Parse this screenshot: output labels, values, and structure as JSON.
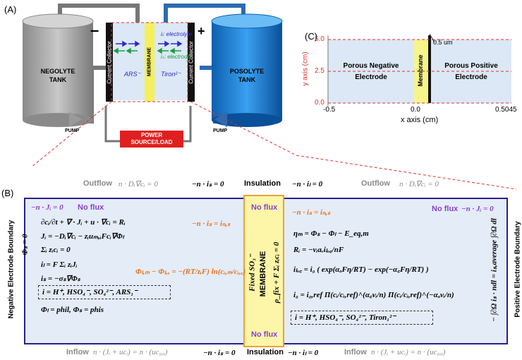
{
  "panels": {
    "a": "(A)",
    "b": "(B)",
    "c": "(C)"
  },
  "panel_a": {
    "negolyte_tank": [
      "NEGOLYTE",
      "TANK"
    ],
    "posolyte_tank": [
      "POSOLYTE",
      "TANK"
    ],
    "pump_left": "PUMP",
    "pump_right": "PUMP",
    "power": [
      "POWER",
      "SOURCE/LOAD"
    ],
    "minus": "–",
    "plus": "+",
    "cc_left": "Current Collector",
    "cc_right": "Current Collector",
    "membrane": "MEMBRANE",
    "ions_left": "ARS⁻",
    "ions_right": "Tiron²⁻",
    "legend_electrolyte": "iₗ: electrolyte",
    "legend_electrode": "iₛ: electrode",
    "colors": {
      "tank_neg": "#a8a8a8",
      "tank_pos": "#1f7fd4",
      "power": "#e02020",
      "membrane": "#f5f05a",
      "cell": "#dce8f5"
    }
  },
  "panel_c": {
    "y_label": "y axis (cm)",
    "x_label": "x axis (cm)",
    "y_ticks": [
      "5.0",
      "2.5",
      "0.0"
    ],
    "x_ticks": [
      "-0.5",
      "0.0",
      "0.5045"
    ],
    "thickness_note": "0.5 um",
    "region_left": [
      "Porous Negative",
      "Electrode"
    ],
    "region_mid": "Membrane",
    "region_right": [
      "Porous Positive",
      "Electrode"
    ]
  },
  "panel_b": {
    "top": {
      "outflow_left_label": "Outflow",
      "outflow_left_eq": "n · Dᵢ∇cᵢ = 0",
      "is_eq": "−n · iₛ = 0",
      "insulation": "Insulation",
      "il_eq": "−n · iₗ = 0",
      "outflow_right_label": "Outflow",
      "outflow_right_eq": "n · Dᵢ∇cᵢ = 0"
    },
    "bottom": {
      "inflow_left_label": "Inflow",
      "inflow_left_eq": "n · (Jᵢ + ucᵢ) = n · (uc₀,ᵢ)",
      "is_eq": "−n · iₛ = 0",
      "insulation": "Insulation",
      "il_eq": "−n · iₗ = 0",
      "inflow_right_label": "Inflow",
      "inflow_right_eq": "n · (Jᵢ + ucᵢ) = n · (uc₀,ᵢ)"
    },
    "left_boundary_label": "Negative Electrode Boundary",
    "right_boundary_label": "Positive Electrode Boundary",
    "phi_s_zero": "Φₛ = 0",
    "left_noflux_eq": "−n · Jᵢ = 0",
    "no_flux": "No flux",
    "right_noflux_eq": "−n · Jᵢ = 0",
    "neg_equations": [
      "∂cᵢ/∂t + ∇ · Jᵢ + u · ∇cᵢ = Rᵢ",
      "Jᵢ = −Dᵢ∇cᵢ − zᵢuₘ,ᵢFcᵢ∇Φₗ",
      "Σᵢ zᵢcᵢ = 0",
      "iₗ = F Σᵢ zᵢJᵢ",
      "iₛ = −σₛ∇Φₛ"
    ],
    "neg_species": "i = H⁺, HSO₄⁻, SO₄²⁻, ARS₁⁻",
    "neg_phi": "Φₗ = phil,      Φₛ = phis",
    "neg_interface_is": "−n · iₛ = iₙ,ₛ",
    "neg_interface_phi": "Φₗ,ₘ − Φₗ,ₑ = −(RT/zᵢF) ln(cᵢ,ₘ/cᵢ,ₑ)",
    "membrane_label": "MEMBRANE",
    "membrane_fixed": "Fixed SO₃⁻",
    "membrane_rho": "ρ_fix + F Σᵢ zᵢcᵢ = 0",
    "pos_interface_is": "−n · iₛ = iₙ,ₛ",
    "pos_equations": [
      "ηₘ = Φₛ − Φₗ − E_eq,m",
      "Rᵢ = −νᵢaᵥiₗₒ꜀/nF",
      "iₗₒ꜀ = i₀ ( exp(αₐFη/RT) − exp(−α꜀Fη/RT) )",
      "i₀ = i₀,ref Π(cᵢ/cᵢ,ref)^(α꜀νᵢ/n) Π(cᵢ/cᵢ,ref)^(−αₐνᵢ/n)"
    ],
    "pos_species": "i = H⁺, HSO₄⁻, SO₄²⁻, Tiron₁²⁻",
    "right_integral": "− ∫∂Ω iₛ · ndl = iₛ,average ∫∂Ω dl",
    "colors": {
      "domain_fill": "#e4ecf8",
      "membrane_fill": "#fdf6a8",
      "membrane_border": "#e8a13a",
      "frame": "#2a1f8f",
      "orange": "#e8741c",
      "purple": "#8a3fd0"
    }
  }
}
